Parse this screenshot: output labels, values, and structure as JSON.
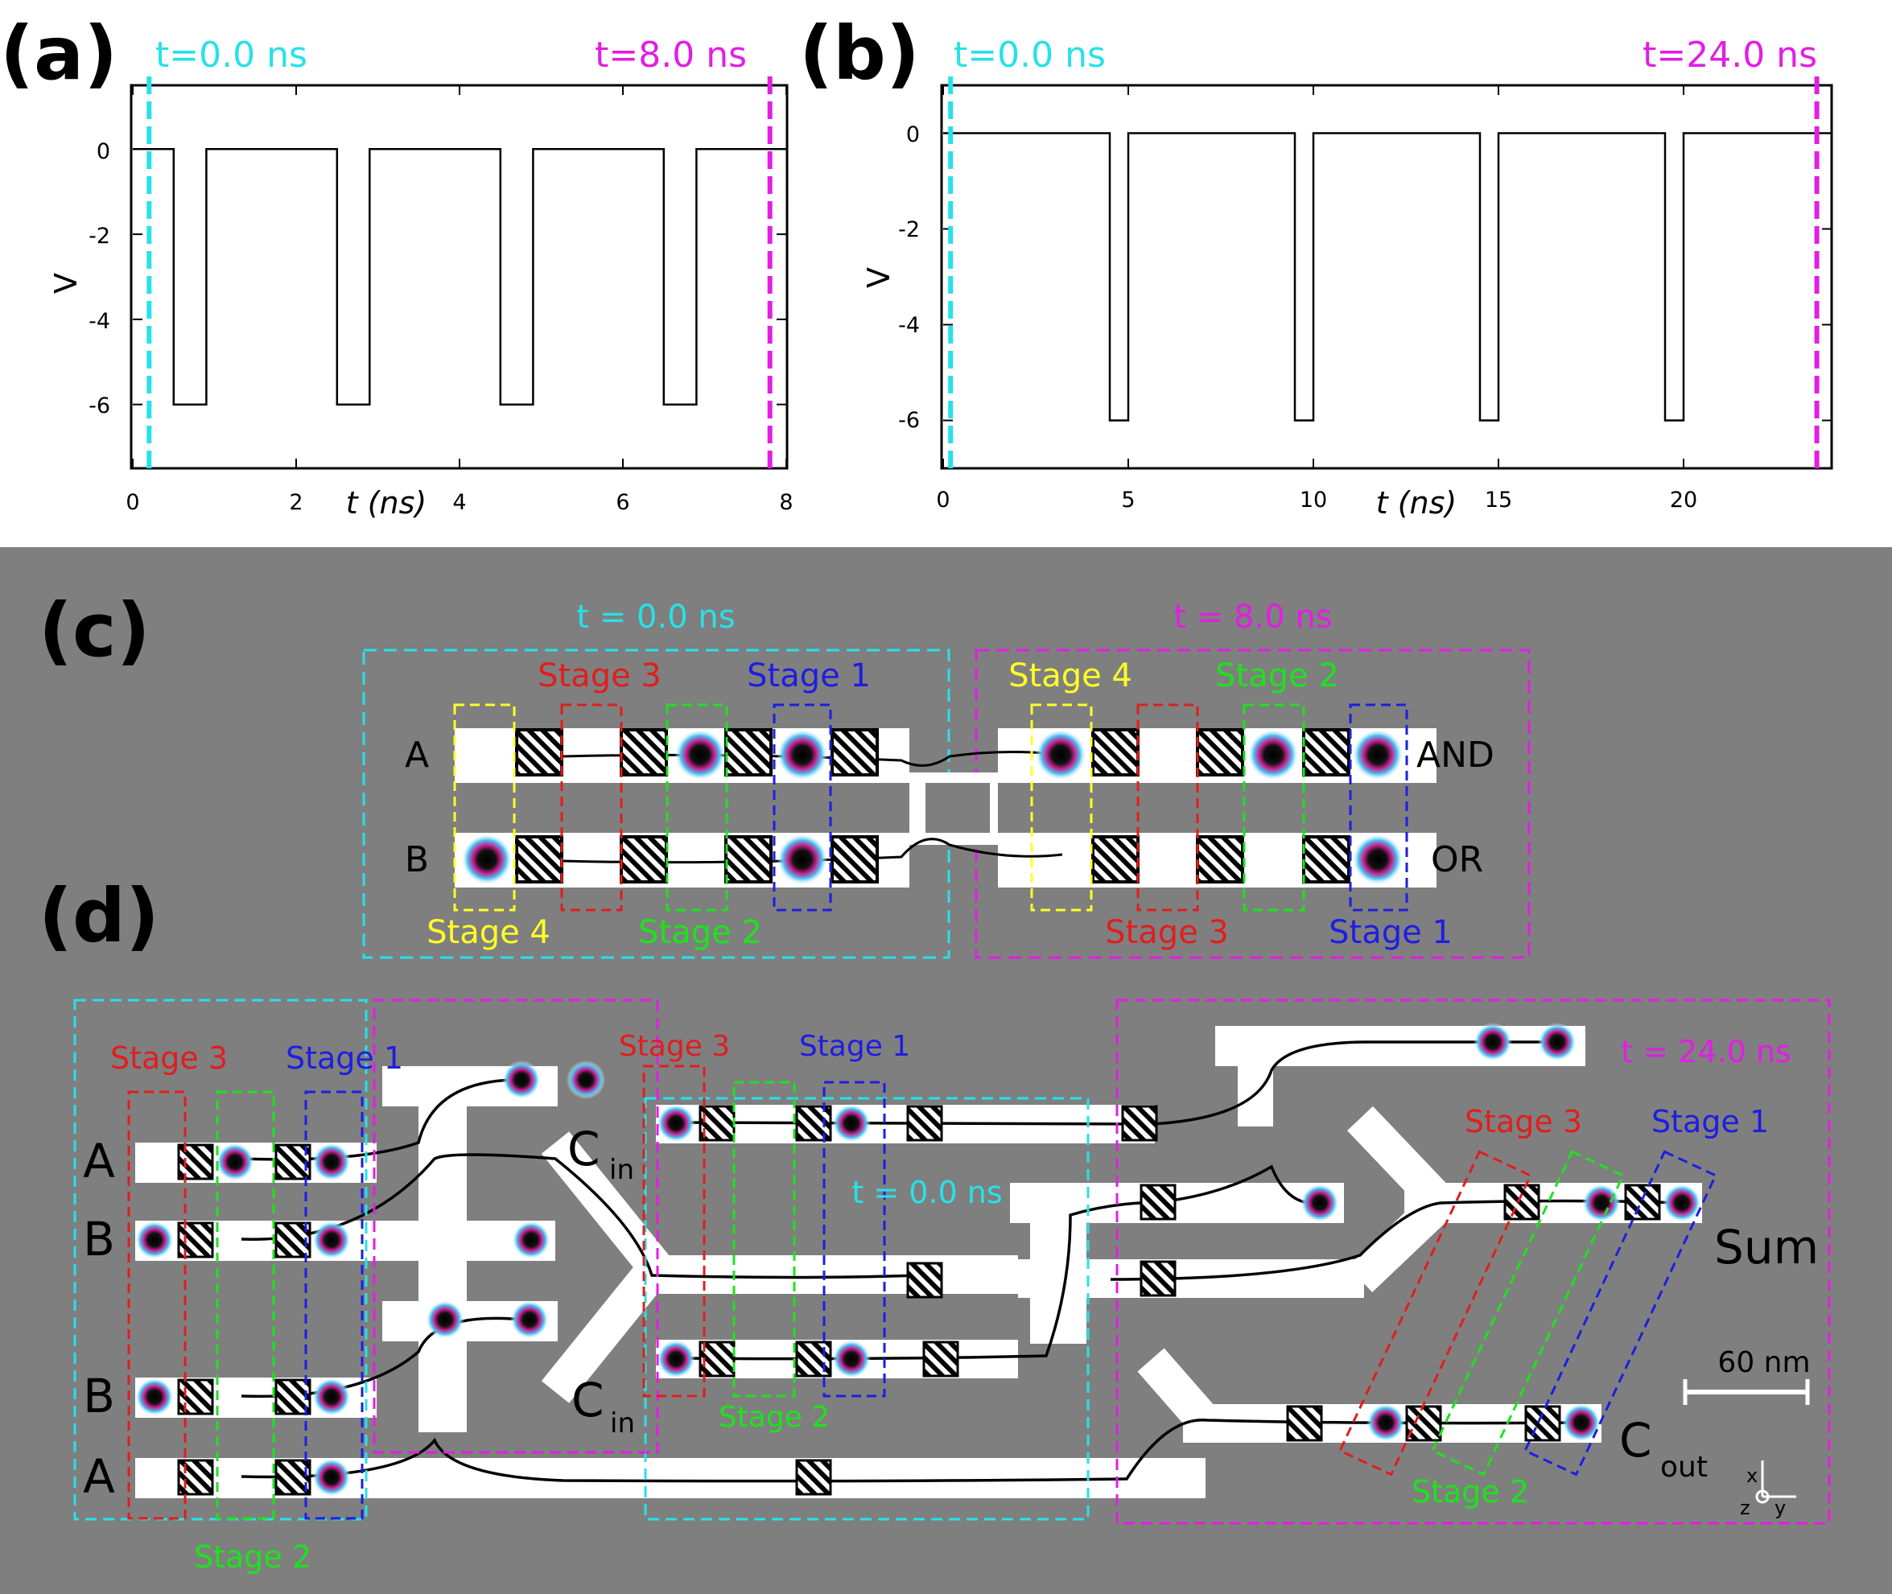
{
  "panels": {
    "a": "(a)",
    "b": "(b)",
    "c": "(c)",
    "d": "(d)"
  },
  "colors": {
    "cyan": "#27e1e9",
    "magenta": "#e21ee3",
    "red": "#e01e1e",
    "green": "#1ee21e",
    "blue": "#1e1ee0",
    "yellow": "#ffff27",
    "gray": "#7f7f7f"
  },
  "chart_data": [
    {
      "type": "line",
      "panel": "(a)",
      "xlabel": "t (ns)",
      "ylabel": "V",
      "xlim": [
        0,
        8
      ],
      "ylim": [
        -7.5,
        1.5
      ],
      "xticks": [
        "0",
        "2",
        "4",
        "6",
        "8"
      ],
      "yticks": [
        "0",
        "-2",
        "-4",
        "-6"
      ],
      "markers": [
        {
          "label": "t=0.0 ns",
          "x": 0.2,
          "color": "cyan"
        },
        {
          "label": "t=8.0 ns",
          "x": 7.8,
          "color": "magenta"
        }
      ],
      "series": [
        {
          "x": [
            0,
            0.5,
            0.5,
            0.9,
            0.9,
            2.5,
            2.5,
            2.9,
            2.9,
            4.5,
            4.5,
            4.9,
            4.9,
            6.5,
            6.5,
            6.9,
            6.9,
            8
          ],
          "y": [
            0,
            0,
            -6,
            -6,
            0,
            0,
            -6,
            -6,
            0,
            0,
            -6,
            -6,
            0,
            0,
            -6,
            -6,
            0,
            0
          ]
        }
      ]
    },
    {
      "type": "line",
      "panel": "(b)",
      "xlabel": "t (ns)",
      "ylabel": "V",
      "xlim": [
        0,
        24
      ],
      "ylim": [
        -7,
        1
      ],
      "xticks": [
        "0",
        "5",
        "10",
        "15",
        "20"
      ],
      "yticks": [
        "0",
        "-2",
        "-4",
        "-6"
      ],
      "markers": [
        {
          "label": "t=0.0 ns",
          "x": 0.2,
          "color": "cyan"
        },
        {
          "label": "t=24.0 ns",
          "x": 23.6,
          "color": "magenta"
        }
      ],
      "series": [
        {
          "x": [
            0,
            4.5,
            4.5,
            5,
            5,
            9.5,
            9.5,
            10,
            10,
            14.5,
            14.5,
            15,
            15,
            19.5,
            19.5,
            20,
            20,
            24
          ],
          "y": [
            0,
            0,
            -6,
            -6,
            0,
            0,
            -6,
            -6,
            0,
            0,
            -6,
            -6,
            0,
            0,
            -6,
            -6,
            0,
            0
          ]
        }
      ]
    }
  ],
  "panel_c": {
    "time_start": "t = 0.0 ns",
    "time_end": "t = 8.0 ns",
    "inputs": [
      "A",
      "B"
    ],
    "outputs": [
      "AND",
      "OR"
    ],
    "stage_labels": [
      {
        "text": "Stage 3",
        "color": "red"
      },
      {
        "text": "Stage 1",
        "color": "blue"
      },
      {
        "text": "Stage 4",
        "color": "yellow"
      },
      {
        "text": "Stage 2",
        "color": "green"
      },
      {
        "text": "Stage 4",
        "color": "yellow"
      },
      {
        "text": "Stage 2",
        "color": "green"
      },
      {
        "text": "Stage 3",
        "color": "red"
      },
      {
        "text": "Stage 1",
        "color": "blue"
      }
    ]
  },
  "panel_d": {
    "time_start": "t = 0.0 ns",
    "time_end": "t = 24.0 ns",
    "inputs": [
      "A",
      "B",
      "B",
      "A"
    ],
    "carry_in": [
      "C",
      "C"
    ],
    "carry_in_sub": "in",
    "sum": "Sum",
    "carry_out": "C",
    "carry_out_sub": "out",
    "scale_bar": "60 nm",
    "axes_labels": [
      "x",
      "z",
      "y"
    ],
    "stage_labels": [
      {
        "text": "Stage 3",
        "color": "red"
      },
      {
        "text": "Stage 1",
        "color": "blue"
      },
      {
        "text": "Stage 2",
        "color": "green"
      },
      {
        "text": "Stage 3",
        "color": "red"
      },
      {
        "text": "Stage 1",
        "color": "blue"
      },
      {
        "text": "Stage 2",
        "color": "green"
      },
      {
        "text": "Stage 3",
        "color": "red"
      },
      {
        "text": "Stage 1",
        "color": "blue"
      },
      {
        "text": "Stage 2",
        "color": "green"
      }
    ]
  }
}
